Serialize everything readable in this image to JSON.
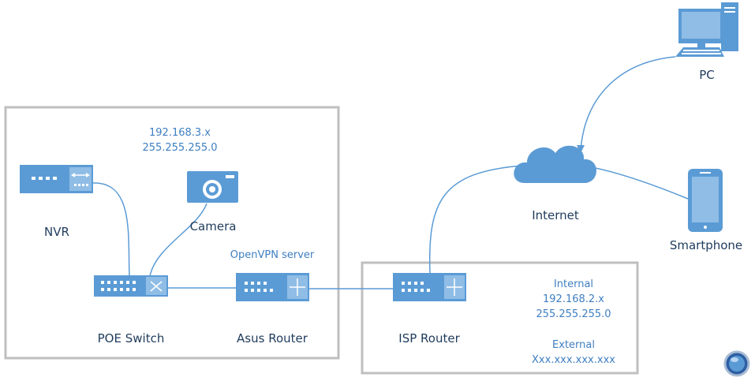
{
  "lan": {
    "subnet": "192.168.3.x",
    "mask": "255.255.255.0"
  },
  "devices": {
    "nvr": "NVR",
    "camera": "Camera",
    "poe_switch": "POE Switch",
    "asus_router": "Asus Router",
    "openvpn": "OpenVPN server",
    "isp_router": "ISP Router",
    "internet": "Internet",
    "pc": "PC",
    "smartphone": "Smartphone"
  },
  "isp": {
    "internal_label": "Internal",
    "internal_subnet": "192.168.2.x",
    "internal_mask": "255.255.255.0",
    "external_label": "External",
    "external_ip": "Xxx.xxx.xxx.xxx"
  },
  "colors": {
    "device": "#5b9bd5",
    "device_light": "#8fbde6",
    "box": "#bfbfbf",
    "label": "#1f3b5c",
    "sublabel": "#3f7fc1"
  }
}
